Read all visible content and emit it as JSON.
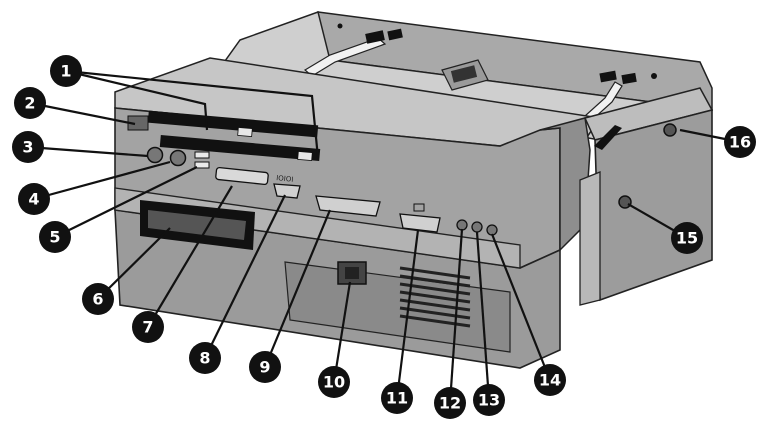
{
  "diagram": {
    "callouts": [
      {
        "id": 1,
        "label": "1"
      },
      {
        "id": 2,
        "label": "2"
      },
      {
        "id": 3,
        "label": "3"
      },
      {
        "id": 4,
        "label": "4"
      },
      {
        "id": 5,
        "label": "5"
      },
      {
        "id": 6,
        "label": "6"
      },
      {
        "id": 7,
        "label": "7"
      },
      {
        "id": 8,
        "label": "8"
      },
      {
        "id": 9,
        "label": "9"
      },
      {
        "id": 10,
        "label": "10"
      },
      {
        "id": 11,
        "label": "11"
      },
      {
        "id": 12,
        "label": "12"
      },
      {
        "id": 13,
        "label": "13"
      },
      {
        "id": 14,
        "label": "14"
      },
      {
        "id": 15,
        "label": "15"
      },
      {
        "id": 16,
        "label": "16"
      }
    ],
    "port_glyphs": {
      "serial_label": "IOIOI"
    },
    "colors": {
      "housing_front": "#9a9a9a",
      "housing_top": "#bdbdbd",
      "housing_dark": "#6e6e6e",
      "callout_fill": "#111111"
    }
  }
}
